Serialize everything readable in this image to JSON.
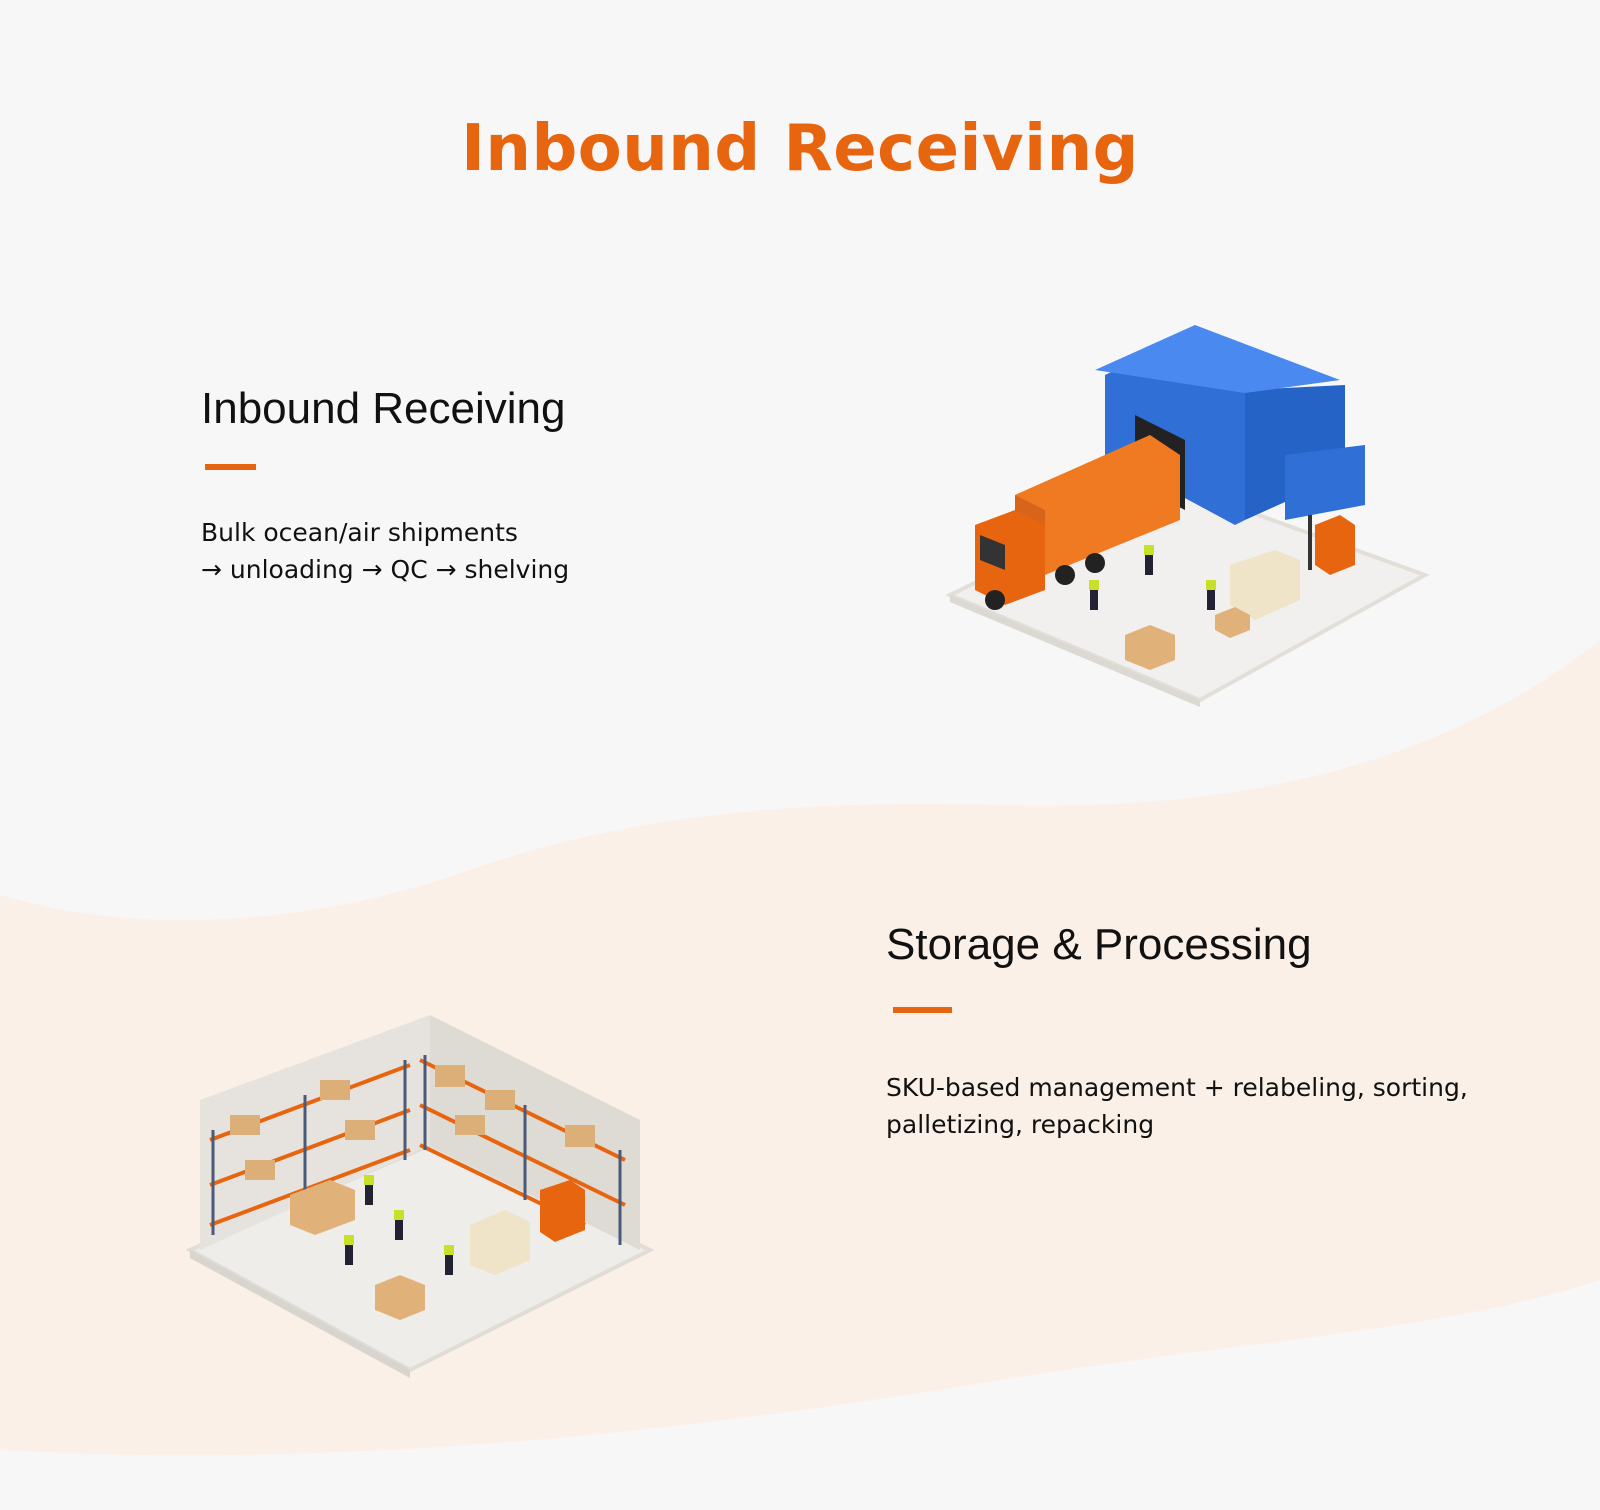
{
  "page": {
    "title": "Inbound Receiving",
    "accent_color": "#e8650f"
  },
  "sections": [
    {
      "heading": "Inbound Receiving",
      "description_lines": [
        "Bulk ocean/air shipments",
        "→ unloading → QC → shelving"
      ],
      "illustration": "warehouse-truck-unloading-illustration"
    },
    {
      "heading": "Storage & Processing",
      "description_lines": [
        "SKU-based management + relabeling, sorting,",
        "palletizing, repacking"
      ],
      "illustration": "warehouse-storage-racks-illustration"
    }
  ]
}
